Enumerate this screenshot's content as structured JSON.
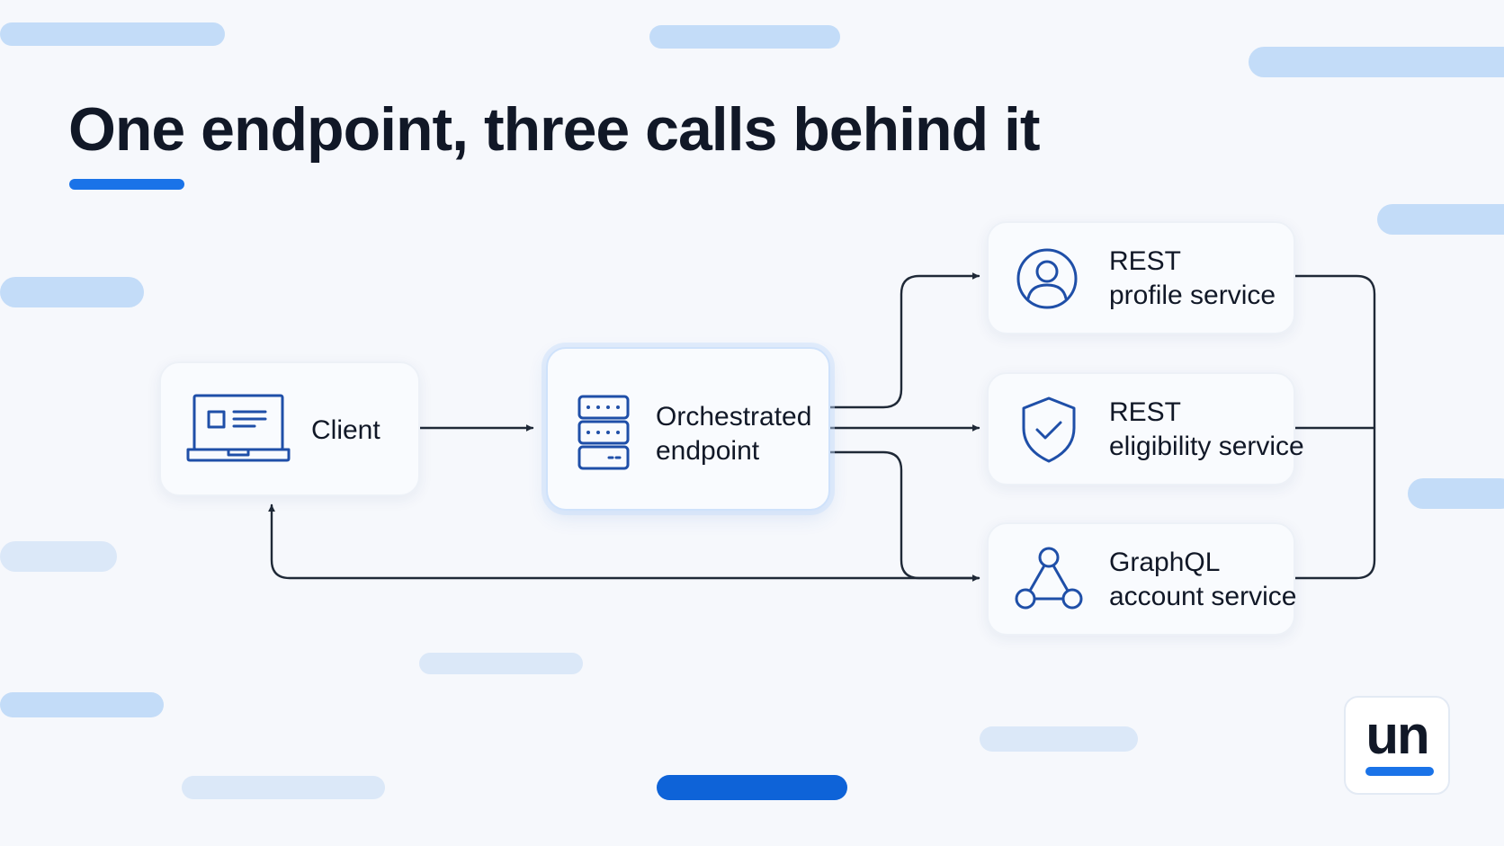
{
  "title": "One endpoint, three calls behind it",
  "colors": {
    "accent": "#1a73e8",
    "icon_blue": "#1f4fa8",
    "text": "#111827",
    "background": "#f6f8fc"
  },
  "nodes": {
    "client": {
      "label": "Client",
      "icon": "laptop-icon"
    },
    "endpoint": {
      "line1": "Orchestrated",
      "line2": "endpoint",
      "icon": "server-icon"
    },
    "profile": {
      "line1": "REST",
      "line2": "profile service",
      "icon": "user-icon"
    },
    "eligibility": {
      "line1": "REST",
      "line2": "eligibility service",
      "icon": "shield-check-icon"
    },
    "account": {
      "line1": "GraphQL",
      "line2": "account service",
      "icon": "graphql-icon"
    }
  },
  "logo": {
    "text": "un"
  }
}
